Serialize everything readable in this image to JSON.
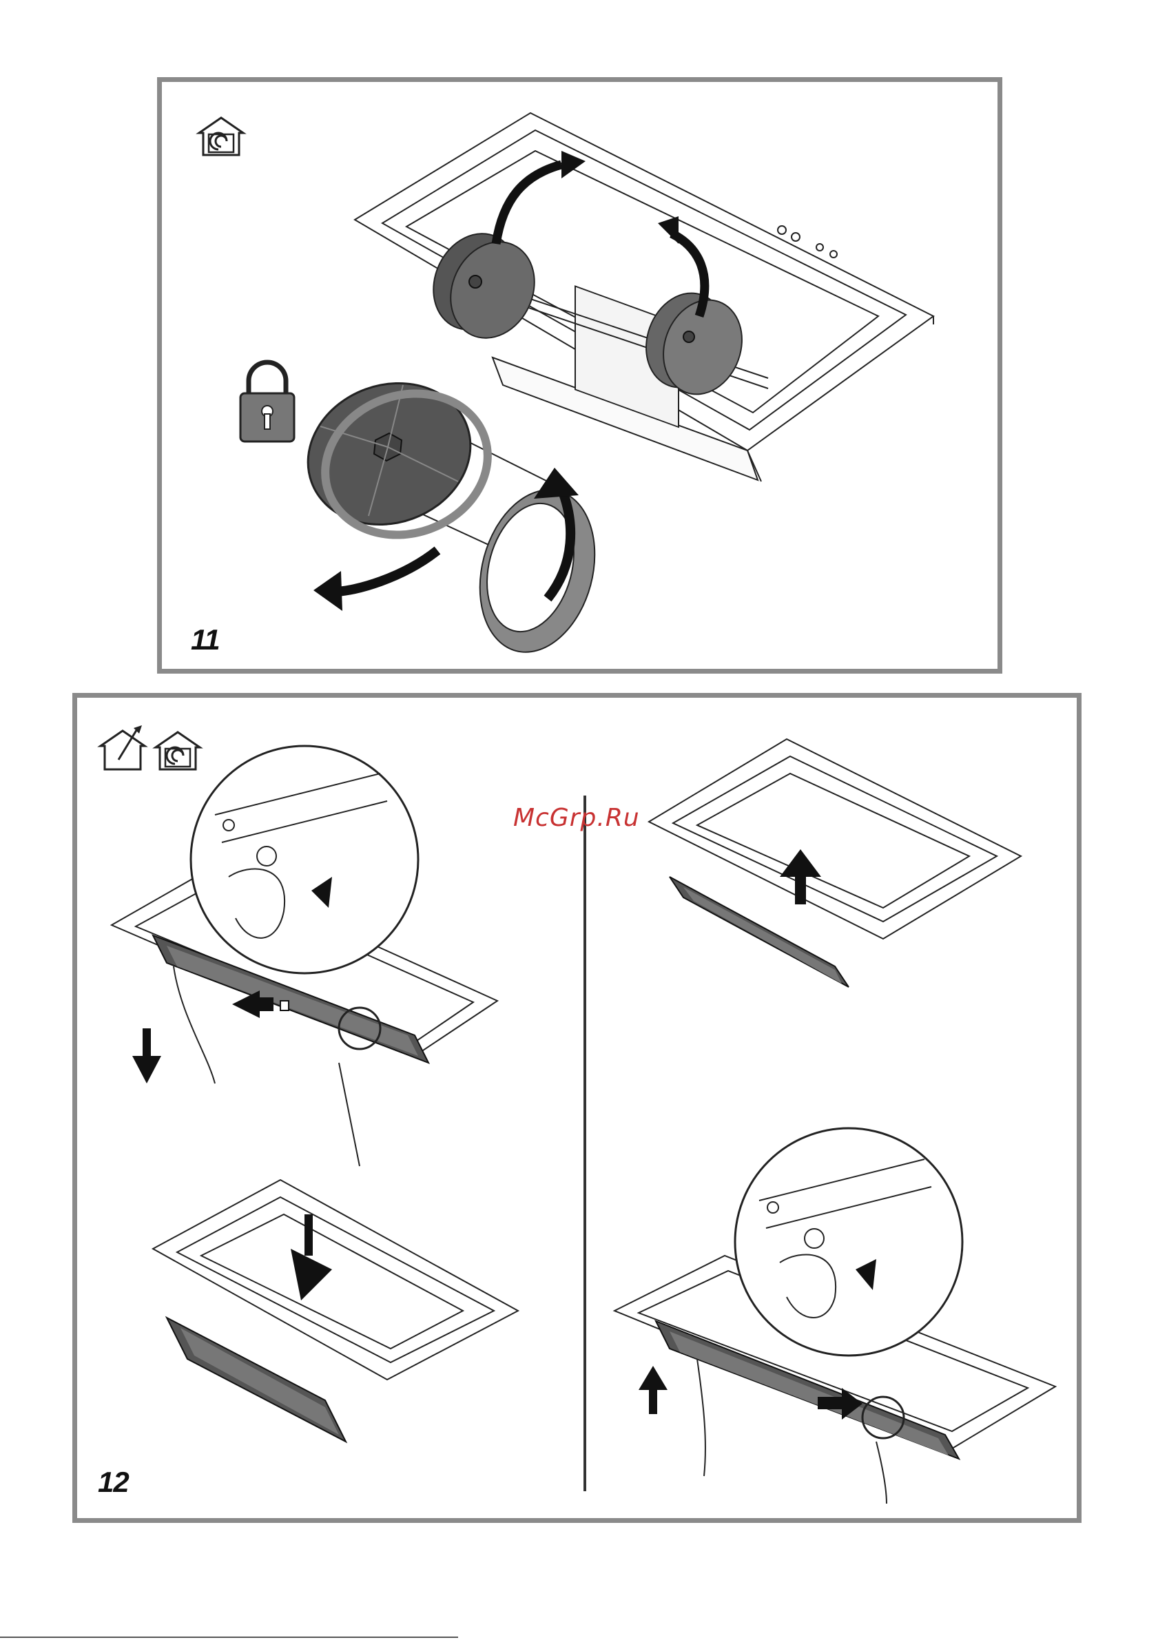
{
  "watermark": "McGrp.Ru",
  "figures": [
    {
      "step_label": "11",
      "icons": [
        "recirculation-mode-icon",
        "padlock-icon"
      ]
    },
    {
      "step_label": "12",
      "icons": [
        "ducted-mode-icon",
        "recirculation-mode-icon"
      ]
    }
  ],
  "colors": {
    "frame": "#8a8a8a",
    "filter_dark": "#4a4a4a",
    "watermark": "#c83232"
  }
}
